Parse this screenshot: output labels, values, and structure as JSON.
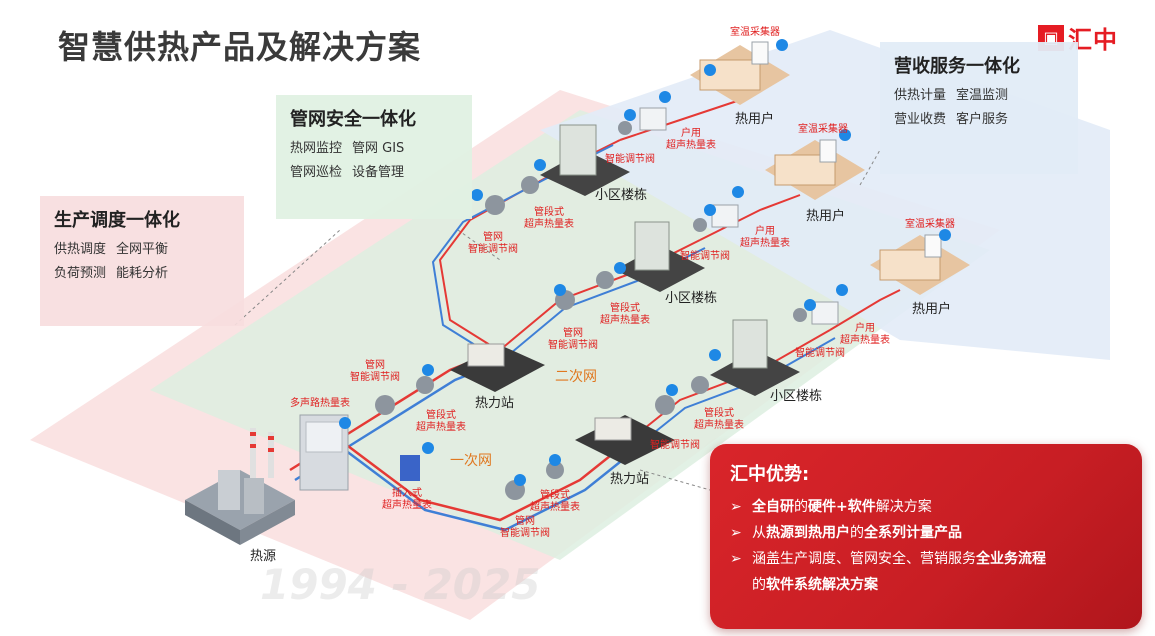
{
  "title": "智慧供热产品及解决方案",
  "logo": {
    "text": "汇中",
    "icon": "logo-mark-icon"
  },
  "boxes": {
    "production": {
      "title": "生产调度一体化",
      "rows": [
        [
          "供热调度",
          "全网平衡"
        ],
        [
          "负荷预测",
          "能耗分析"
        ]
      ]
    },
    "network": {
      "title": "管网安全一体化",
      "rows": [
        [
          "热网监控",
          "管网 GIS"
        ],
        [
          "管网巡检",
          "设备管理"
        ]
      ]
    },
    "revenue": {
      "title": "营收服务一体化",
      "rows": [
        [
          "供热计量",
          "室温监测"
        ],
        [
          "营业收费",
          "客户服务"
        ]
      ]
    }
  },
  "labels": {
    "heat_source": "热源",
    "multi_meter": "多声路热量表",
    "insert_meter": [
      "插入式",
      "超声热量表"
    ],
    "station_1": "热力站",
    "station_2": "热力站",
    "primary_net": "一次网",
    "secondary_net": "二次网",
    "pipe_valve_1": [
      "管网",
      "智能调节阀"
    ],
    "pipe_valve_2": [
      "管网",
      "智能调节阀"
    ],
    "pipe_valve_3": [
      "管网",
      "智能调节阀"
    ],
    "pipe_valve_4": [
      "管网",
      "智能调节阀"
    ],
    "seg_meter_1": [
      "管段式",
      "超声热量表"
    ],
    "seg_meter_2": [
      "管段式",
      "超声热量表"
    ],
    "seg_meter_3": [
      "管段式",
      "超声热量表"
    ],
    "seg_meter_4": [
      "管段式",
      "超声热量表"
    ],
    "seg_meter_5": [
      "管段式",
      "超声热量表"
    ],
    "community_1": "小区楼栋",
    "community_2": "小区楼栋",
    "community_3": "小区楼栋",
    "smart_valve_1": "智能调节阀",
    "smart_valve_2": "智能调节阀",
    "smart_valve_3": "智能调节阀",
    "smart_valve_4": "智能调节阀",
    "home_meter_1": [
      "户用",
      "超声热量表"
    ],
    "home_meter_2": [
      "户用",
      "超声热量表"
    ],
    "home_meter_3": [
      "户用",
      "超声热量表"
    ],
    "heat_user_1": "热用户",
    "heat_user_2": "热用户",
    "heat_user_3": "热用户",
    "room_sensor_1": "室温采集器",
    "room_sensor_2": "室温采集器",
    "room_sensor_3": "室温采集器"
  },
  "advantage": {
    "title": "汇中优势:",
    "items": [
      {
        "pre": "全自研",
        "mid_plain": "的",
        "bold": "硬件+软件",
        "post": "解决方案"
      },
      {
        "pre": "从",
        "bold1": "热源到热用户",
        "mid": "的",
        "bold2": "全系列计量产品"
      },
      {
        "pre": "涵盖生产调度、管网安全、营销服务",
        "bold": "全业务流程"
      },
      {
        "pre": "的",
        "bold": "软件系统解决方案"
      }
    ],
    "arrow": "➢"
  },
  "watermark": "1994 - 2025",
  "colors": {
    "accent_red": "#e51c23",
    "supply_pipe": "#e53935",
    "return_pipe": "#3f7fd6",
    "zone_red": "#f9dcdc",
    "zone_green": "#ddefe0",
    "zone_blue": "#e2ebf7"
  }
}
